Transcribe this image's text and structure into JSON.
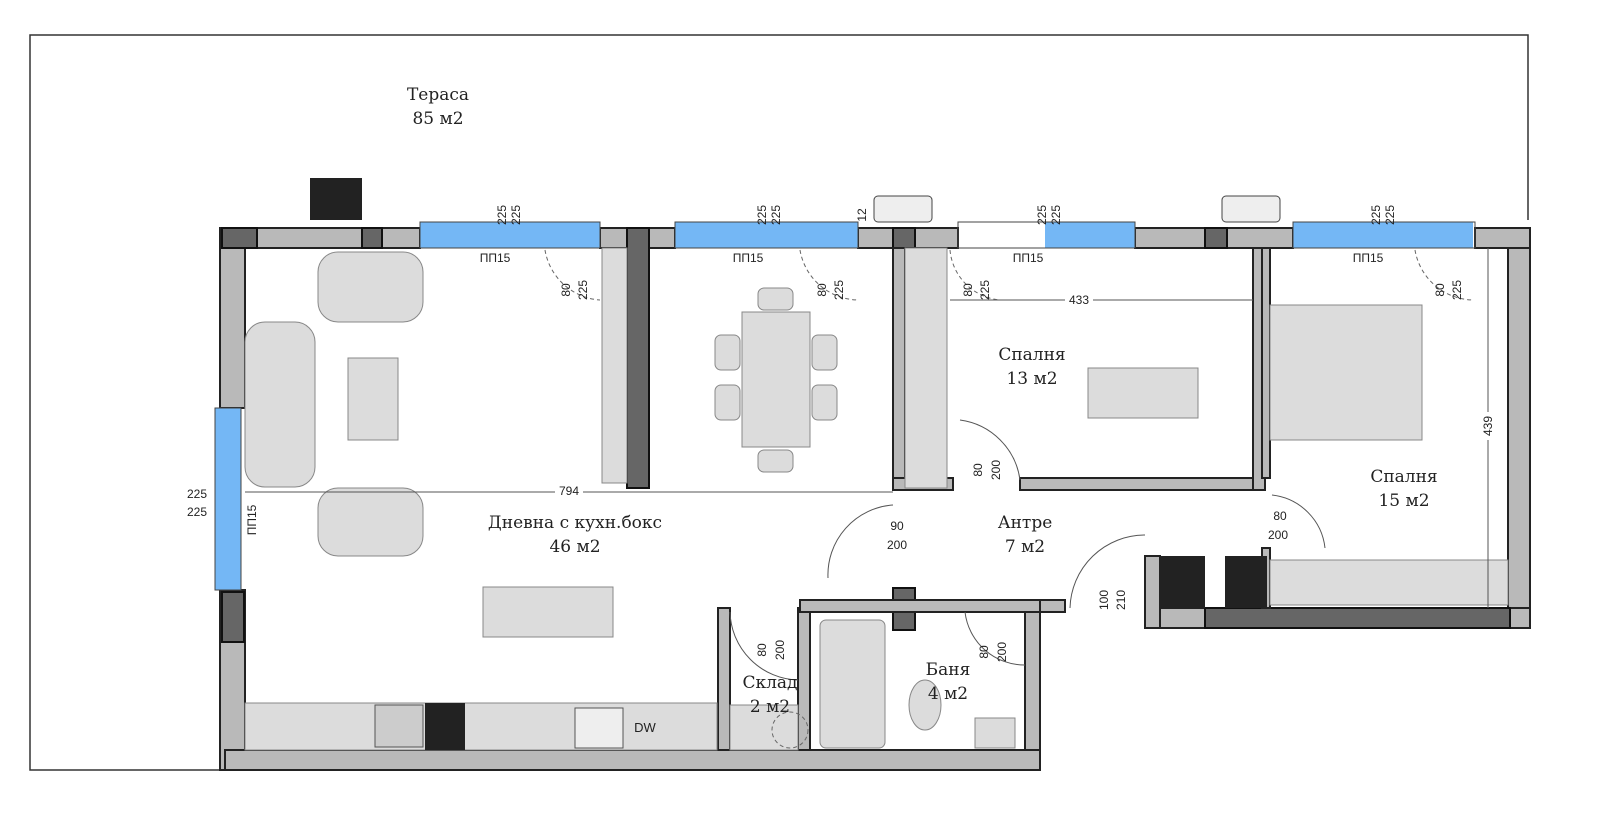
{
  "rooms": {
    "terrace": {
      "name": "Тераса",
      "area": "85 м2"
    },
    "living": {
      "name": "Дневна с кухн.бокс",
      "area": "46 м2"
    },
    "bedroom1": {
      "name": "Спалня",
      "area": "13 м2"
    },
    "bedroom2": {
      "name": "Спалня",
      "area": "15 м2"
    },
    "hall": {
      "name": "Антре",
      "area": "7 м2"
    },
    "storage": {
      "name": "Склад",
      "area": "2 м2"
    },
    "bath": {
      "name": "Баня",
      "area": "4 м2"
    }
  },
  "appliances": {
    "dishwasher": "DW"
  },
  "dimensions": {
    "window_h": "225",
    "window_w": "225",
    "window_code": "ПП15",
    "door_w_80": "80",
    "door_h_225": "225",
    "door_h_200": "200",
    "door_w_90": "90",
    "door_w_100": "100",
    "door_h_210": "210",
    "parapet": "12",
    "living_length": "794",
    "bedroom1_length": "433",
    "bedroom2_length": "439"
  },
  "colors": {
    "glass": "#74b7f5",
    "wall": "#b9b9b9",
    "column": "#666666"
  }
}
